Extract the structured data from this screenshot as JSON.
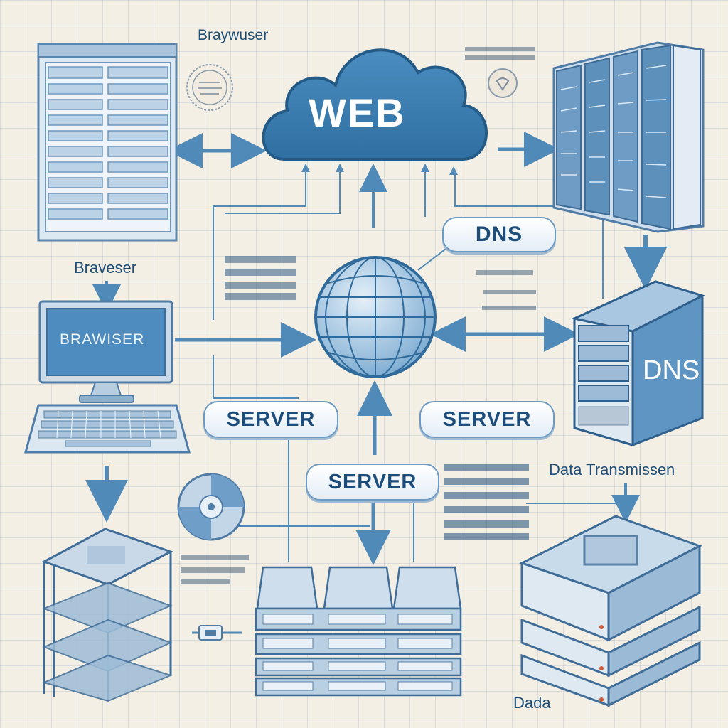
{
  "title_cloud": "WEB",
  "labels": {
    "top_browser": "Braywuser",
    "mid_browser": "Braveser",
    "screen": "BRAWISER",
    "dns_pill": "DNS",
    "dns_server": "DNS",
    "server_left": "SERVER",
    "server_right": "SERVER",
    "server_center": "SERVER",
    "data_transmission": "Data Transmissen",
    "dada": "Dada"
  },
  "icons": [
    "browser-window-icon",
    "cloud-icon",
    "globe-icon",
    "server-rack-icon",
    "dns-server-icon",
    "monitor-icon",
    "keyboard-icon",
    "disc-icon",
    "server-stack-icon",
    "seal-icon"
  ],
  "colors": {
    "line": "#3f7fae",
    "accent": "#2e6d9e",
    "fill": "#a9c7e0",
    "paper": "#f4efe4"
  }
}
